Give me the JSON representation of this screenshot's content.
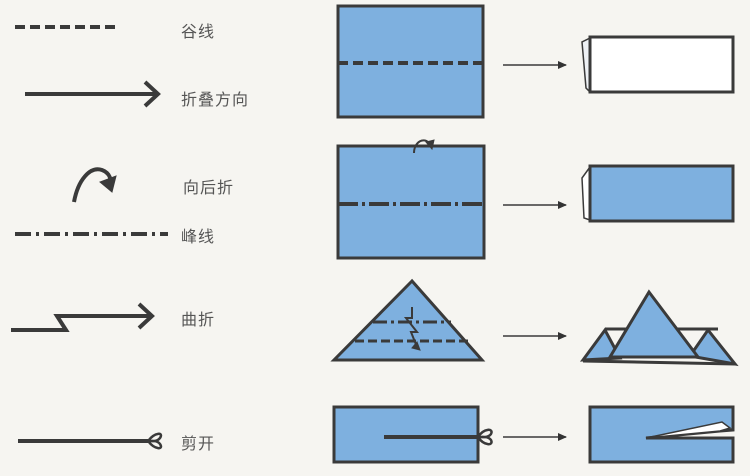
{
  "legend": [
    {
      "symbol": "valley-fold-line",
      "label": "谷线"
    },
    {
      "symbol": "fold-direction-arrow",
      "label": "折叠方向"
    },
    {
      "symbol": "fold-behind-arrow",
      "label": "向后折"
    },
    {
      "symbol": "mountain-fold-line",
      "label": "峰线"
    },
    {
      "symbol": "pleat-fold-arrow",
      "label": "曲折"
    },
    {
      "symbol": "cut-line-scissors",
      "label": "剪开"
    }
  ],
  "colors": {
    "paper": "#7eb0df",
    "ink": "#333333",
    "background": "#f6f5f1",
    "label": "#555555"
  }
}
